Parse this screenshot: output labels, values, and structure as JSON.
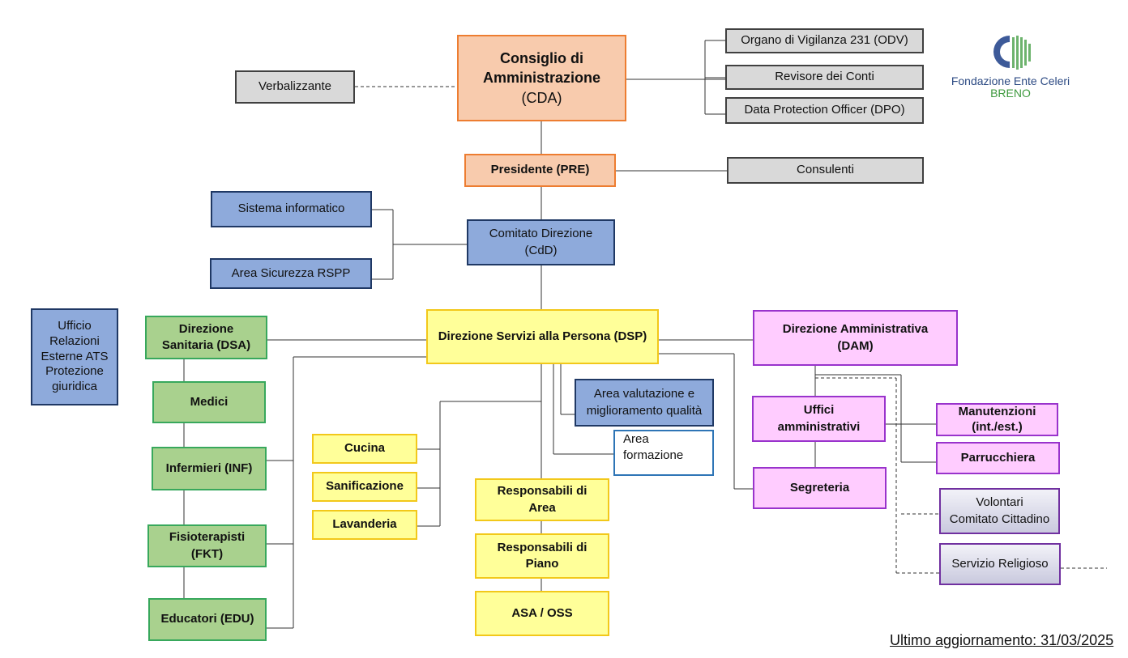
{
  "org": {
    "cda": {
      "line1": "Consiglio di",
      "line2": "Amministrazione",
      "line3": "(CDA)"
    },
    "verbalizzante": "Verbalizzante",
    "odv": "Organo di Vigilanza 231 (ODV)",
    "revisore": "Revisore dei Conti",
    "dpo": "Data Protection Officer (DPO)",
    "presidente": "Presidente (PRE)",
    "consulenti": "Consulenti",
    "sistema_informatico": "Sistema informatico",
    "area_sicurezza": "Area Sicurezza RSPP",
    "comitato": {
      "line1": "Comitato Direzione",
      "line2": "(CdD)"
    },
    "ufficio_relazioni": {
      "line1": "Ufficio",
      "line2": "Relazioni",
      "line3": "Esterne ATS",
      "line4": "Protezione",
      "line5": "giuridica"
    },
    "dsa": {
      "line1": "Direzione",
      "line2": "Sanitaria (DSA)"
    },
    "medici": "Medici",
    "infermieri": "Infermieri (INF)",
    "fisioterapisti": {
      "line1": "Fisioterapisti",
      "line2": "(FKT)"
    },
    "educatori": "Educatori (EDU)",
    "dsp": "Direzione Servizi alla Persona (DSP)",
    "area_valutazione": {
      "line1": "Area valutazione e",
      "line2": "miglioramento qualità"
    },
    "area_formazione": {
      "line1": "Area",
      "line2": "formazione"
    },
    "cucina": "Cucina",
    "sanificazione": "Sanificazione",
    "lavanderia": "Lavanderia",
    "resp_area": {
      "line1": "Responsabili di",
      "line2": "Area"
    },
    "resp_piano": {
      "line1": "Responsabili di",
      "line2": "Piano"
    },
    "asa_oss": "ASA / OSS",
    "dam": {
      "line1": "Direzione Amministrativa",
      "line2": "(DAM)"
    },
    "uffici_amm": {
      "line1": "Uffici",
      "line2": "amministrativi"
    },
    "segreteria": "Segreteria",
    "manutenzioni": {
      "line1": "Manutenzioni",
      "line2": "(int./est.)"
    },
    "parrucchiera": "Parrucchiera",
    "volontari": {
      "line1": "Volontari",
      "line2": "Comitato Cittadino"
    },
    "servizio_religioso": "Servizio Religioso"
  },
  "logo": {
    "line1": "Fondazione Ente Celeri",
    "line2": "BRENO"
  },
  "footer": {
    "label": "Ultimo aggiornamento",
    "date": ": 31/03/2025"
  },
  "colors": {
    "cda_fill": "#f8cbad",
    "cda_border": "#ed7d31",
    "grey_fill": "#d9d9d9",
    "blue_fill": "#8eaadb",
    "green_fill": "#a9d18e",
    "yellow_fill": "#ffff99",
    "pink_fill": "#ffccff"
  }
}
